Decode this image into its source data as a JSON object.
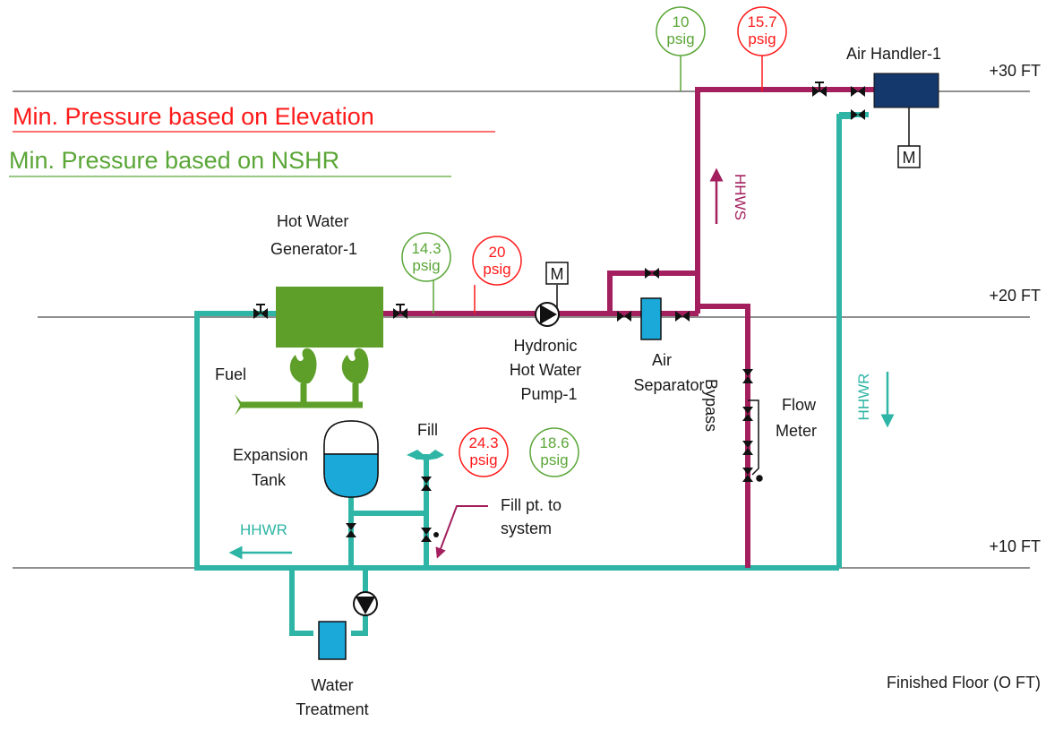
{
  "legend": {
    "elevation": "Min. Pressure based on Elevation",
    "nshr": "Min. Pressure based on NSHR"
  },
  "colors": {
    "supply": "#A31F5E",
    "return": "#2EB5A5",
    "elevation": "#FF1A1A",
    "nshr": "#5AA637",
    "generator": "#5E9F2A",
    "air_handler": "#14386B",
    "component": "#1BA9D9"
  },
  "elevations": {
    "plus30": "+30 FT",
    "plus20": "+20 FT",
    "plus10": "+10 FT",
    "floor": "Finished Floor (O FT)"
  },
  "labels": {
    "generator_line1": "Hot Water",
    "generator_line2": "Generator-1",
    "air_handler": "Air Handler-1",
    "fuel": "Fuel",
    "expansion_line1": "Expansion",
    "expansion_line2": "Tank",
    "fill": "Fill",
    "fill_pt_line1": "Fill pt. to",
    "fill_pt_line2": "system",
    "pump_line1": "Hydronic",
    "pump_line2": "Hot Water",
    "pump_line3": "Pump-1",
    "air_sep_line1": "Air",
    "air_sep_line2": "Separator",
    "bypass": "Bypass",
    "flow_meter_line1": "Flow",
    "flow_meter_line2": "Meter",
    "water_treat_line1": "Water",
    "water_treat_line2": "Treatment",
    "motor": "M"
  },
  "flows": {
    "hhws": "HHWS",
    "hhwr_vertical": "HHWR",
    "hhwr_bottom": "HHWR"
  },
  "gauges": {
    "top_nshr": {
      "value": "10",
      "unit": "psig"
    },
    "top_elev": {
      "value": "15.7",
      "unit": "psig"
    },
    "mid_nshr": {
      "value": "14.3",
      "unit": "psig"
    },
    "mid_elev": {
      "value": "20",
      "unit": "psig"
    },
    "fill_elev": {
      "value": "24.3",
      "unit": "psig"
    },
    "fill_nshr": {
      "value": "18.6",
      "unit": "psig"
    }
  }
}
